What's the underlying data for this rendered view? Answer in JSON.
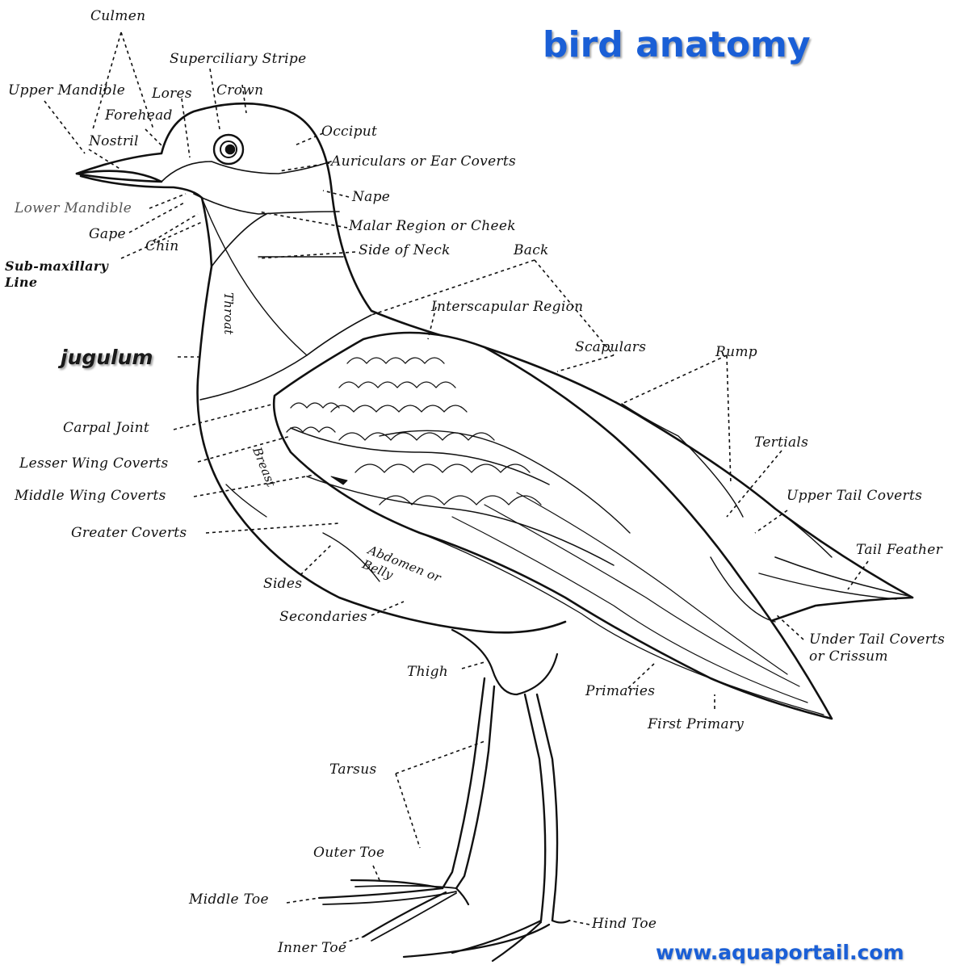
{
  "title": "bird anatomy",
  "watermark": "www.aquaportail.com",
  "colors": {
    "title": "#1a5fd6",
    "ink": "#111111"
  },
  "labels": {
    "culmen": "Culmen",
    "superciliary_stripe": "Superciliary Stripe",
    "upper_mandible": "Upper Mandible",
    "lores": "Lores",
    "crown": "Crown",
    "forehead": "Forehead",
    "nostril": "Nostril",
    "occiput": "Occiput",
    "auriculars": "Auriculars or Ear Coverts",
    "nape": "Nape",
    "lower_mandible": "Lower Mandible",
    "malar": "Malar Region or Cheek",
    "gape": "Gape",
    "chin": "Chin",
    "side_of_neck": "Side of Neck",
    "back": "Back",
    "sub_maxillary": "Sub-maxillary\nLine",
    "interscapular": "Interscapular Region",
    "throat": "Throat",
    "scapulars": "Scapulars",
    "rump": "Rump",
    "jugulum": "jugulum",
    "carpal_joint": "Carpal Joint",
    "tertials": "Tertials",
    "lesser_wing_coverts": "Lesser Wing Coverts",
    "breast": "Breast",
    "middle_wing_coverts": "Middle Wing Coverts",
    "upper_tail_coverts": "Upper Tail Coverts",
    "greater_coverts": "Greater Coverts",
    "tail_feather": "Tail Feather",
    "abdomen": "Abdomen or\nBelly",
    "sides": "Sides",
    "secondaries": "Secondaries",
    "under_tail_coverts": "Under Tail Coverts\nor Crissum",
    "thigh": "Thigh",
    "primaries": "Primaries",
    "first_primary": "First Primary",
    "tarsus": "Tarsus",
    "outer_toe": "Outer Toe",
    "middle_toe": "Middle Toe",
    "hind_toe": "Hind Toe",
    "inner_toe": "Inner Toe"
  }
}
